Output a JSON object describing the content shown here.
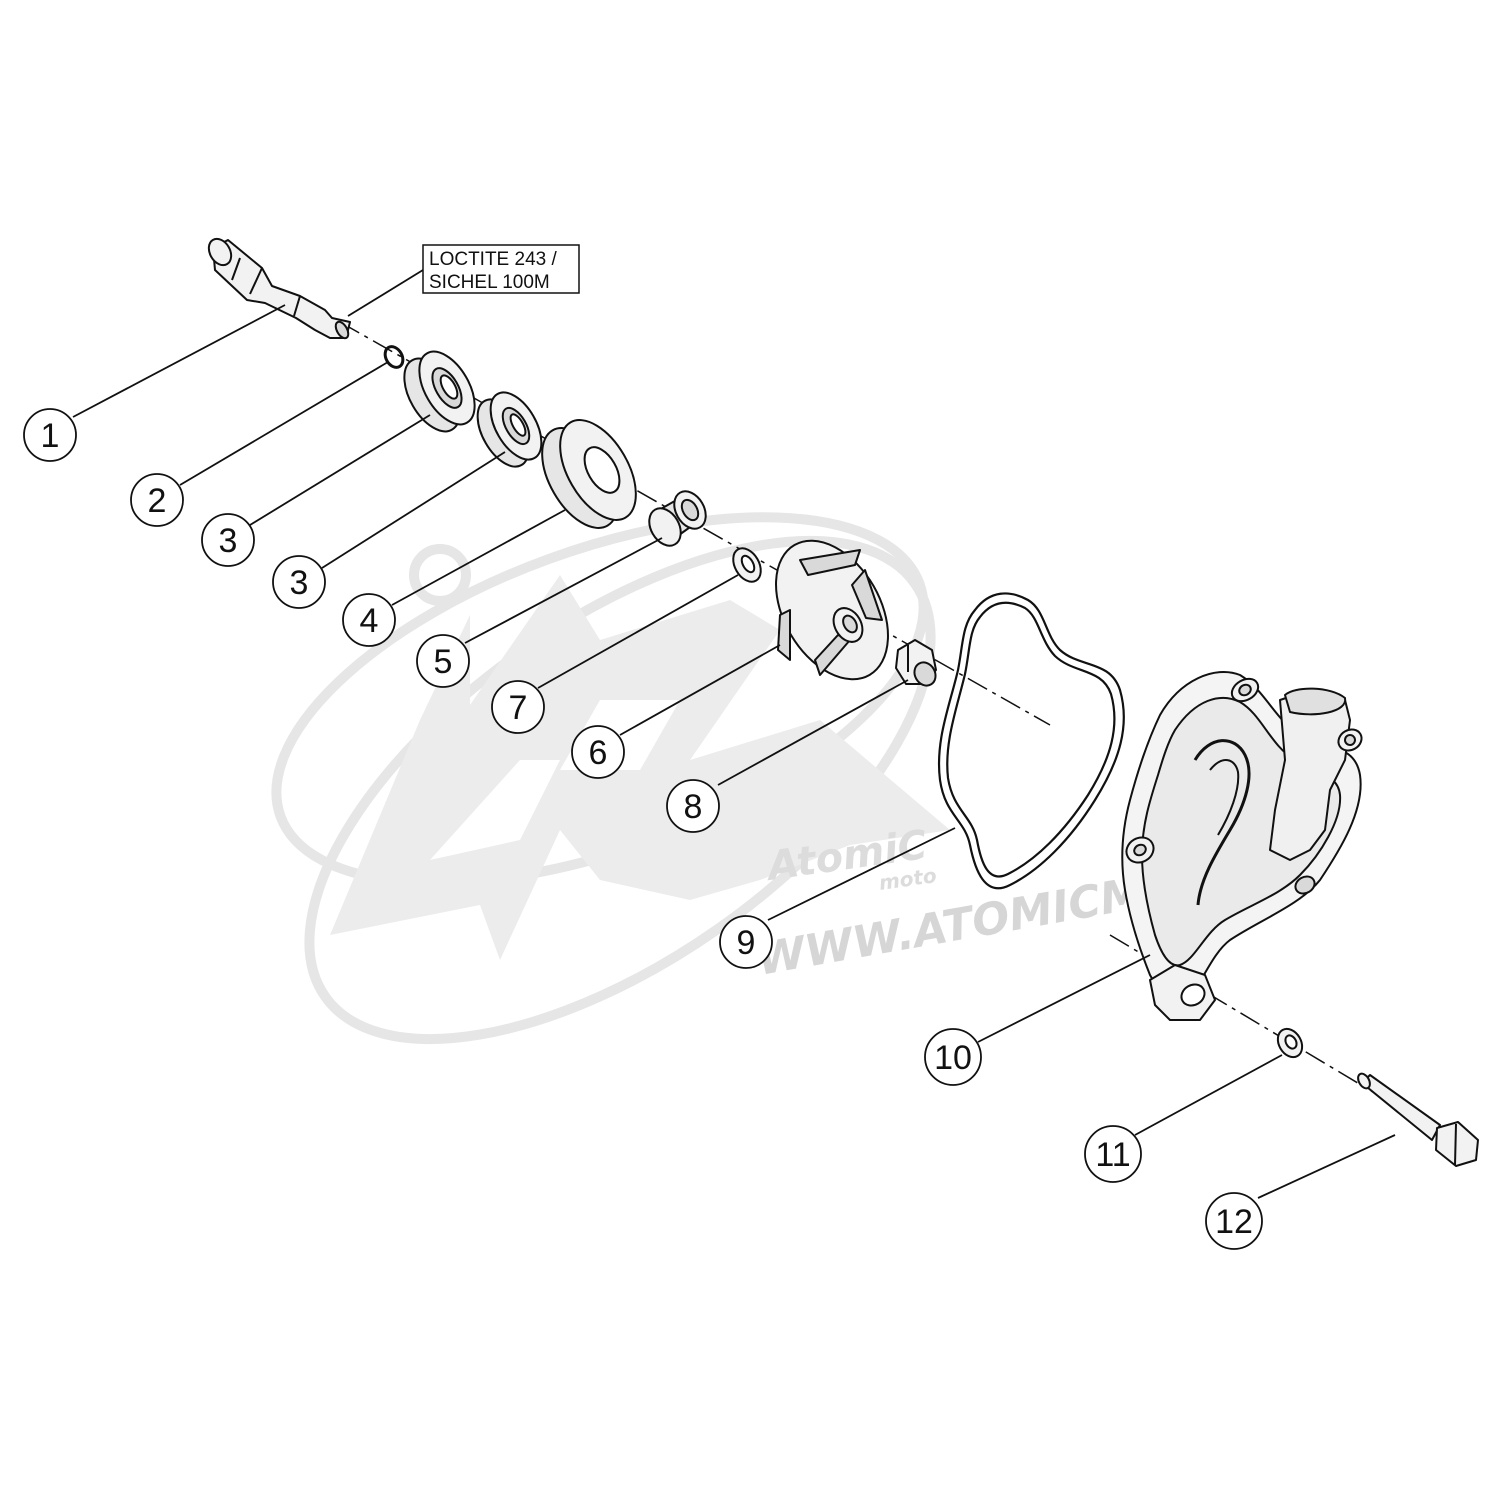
{
  "note": {
    "line1": "LOCTITE 243 /",
    "line2": "SICHEL 100M"
  },
  "callouts": [
    {
      "id": "c1",
      "label": "1"
    },
    {
      "id": "c2",
      "label": "2"
    },
    {
      "id": "c3a",
      "label": "3"
    },
    {
      "id": "c3b",
      "label": "3"
    },
    {
      "id": "c4",
      "label": "4"
    },
    {
      "id": "c5",
      "label": "5"
    },
    {
      "id": "c7",
      "label": "7"
    },
    {
      "id": "c6",
      "label": "6"
    },
    {
      "id": "c8",
      "label": "8"
    },
    {
      "id": "c9",
      "label": "9"
    },
    {
      "id": "c10",
      "label": "10"
    },
    {
      "id": "c11",
      "label": "11"
    },
    {
      "id": "c12",
      "label": "12"
    }
  ],
  "watermark": {
    "logo_text": "AtomiC",
    "logo_sub": "moto",
    "url": "WWW.ATOMICMOTO.FR"
  },
  "colors": {
    "line": "#111111",
    "part_fill": "#f2f2f2",
    "part_shade": "#d9d9d9",
    "watermark": "#e6e6e6"
  }
}
